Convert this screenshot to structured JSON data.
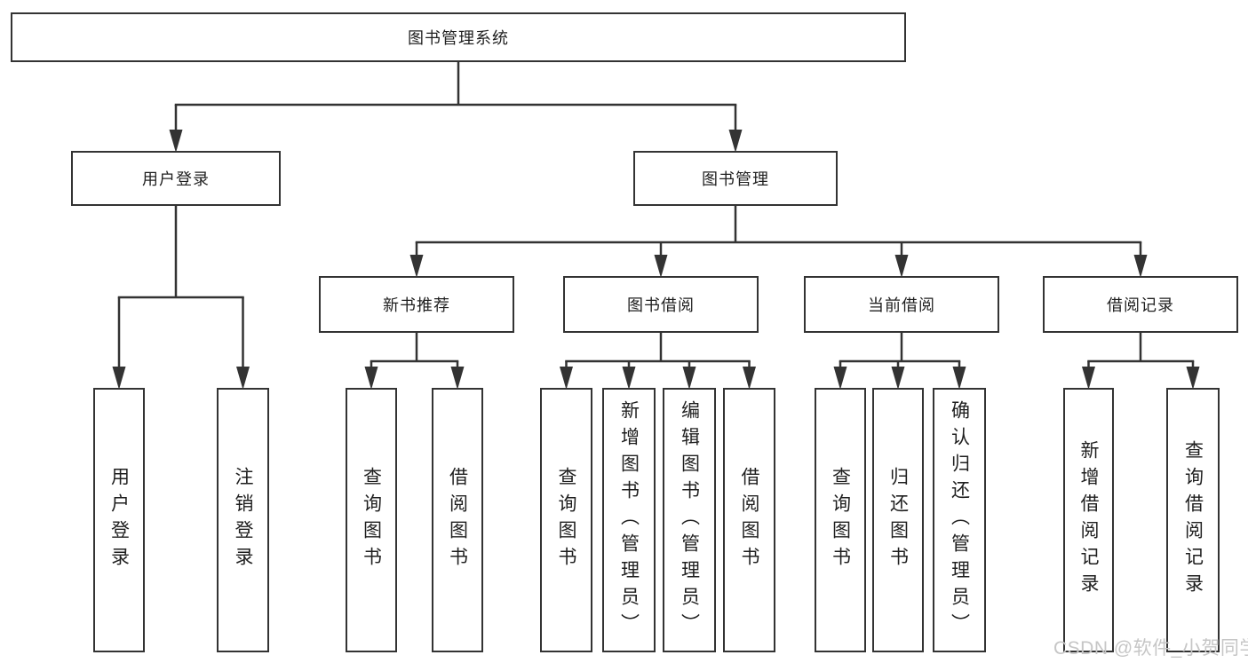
{
  "diagram": {
    "title": "图书管理系统",
    "nodes": [
      {
        "id": "root",
        "label": "图书管理系统",
        "children": [
          "user-login",
          "book-mgmt"
        ]
      },
      {
        "id": "user-login",
        "label": "用户登录",
        "children": [
          "leaf-user-login",
          "leaf-logout"
        ]
      },
      {
        "id": "book-mgmt",
        "label": "图书管理",
        "children": [
          "new-book-rec",
          "book-borrow",
          "current-borrow",
          "borrow-records"
        ]
      },
      {
        "id": "new-book-rec",
        "label": "新书推荐",
        "children": [
          "leaf-nbr-query-books",
          "leaf-nbr-borrow-books"
        ]
      },
      {
        "id": "book-borrow",
        "label": "图书借阅",
        "children": [
          "leaf-bb-query-books",
          "leaf-bb-add-books",
          "leaf-bb-edit-books",
          "leaf-bb-borrow-books"
        ]
      },
      {
        "id": "current-borrow",
        "label": "当前借阅",
        "children": [
          "leaf-cb-query-books",
          "leaf-cb-return-books",
          "leaf-cb-confirm-return"
        ]
      },
      {
        "id": "borrow-records",
        "label": "借阅记录",
        "children": [
          "leaf-br-add-record",
          "leaf-br-query-record"
        ]
      },
      {
        "id": "leaf-user-login",
        "label": "用户登录",
        "children": []
      },
      {
        "id": "leaf-logout",
        "label": "注销登录",
        "children": []
      },
      {
        "id": "leaf-nbr-query-books",
        "label": "查询图书",
        "children": []
      },
      {
        "id": "leaf-nbr-borrow-books",
        "label": "借阅图书",
        "children": []
      },
      {
        "id": "leaf-bb-query-books",
        "label": "查询图书",
        "children": []
      },
      {
        "id": "leaf-bb-add-books",
        "label": "新增图书（管理员）",
        "children": []
      },
      {
        "id": "leaf-bb-edit-books",
        "label": "编辑图书（管理员）",
        "children": []
      },
      {
        "id": "leaf-bb-borrow-books",
        "label": "借阅图书",
        "children": []
      },
      {
        "id": "leaf-cb-query-books",
        "label": "查询图书",
        "children": []
      },
      {
        "id": "leaf-cb-return-books",
        "label": "归还图书",
        "children": []
      },
      {
        "id": "leaf-cb-confirm-return",
        "label": "确认归还（管理员）",
        "children": []
      },
      {
        "id": "leaf-br-add-record",
        "label": "新增借阅记录",
        "children": []
      },
      {
        "id": "leaf-br-query-record",
        "label": "查询借阅记录",
        "children": []
      }
    ]
  },
  "watermark": {
    "text": "CSDN @软件_小贺同学"
  },
  "colors": {
    "line": "#333333",
    "background": "#ffffff",
    "text": "#1f1f1f",
    "watermark": "#c6c6c6"
  }
}
